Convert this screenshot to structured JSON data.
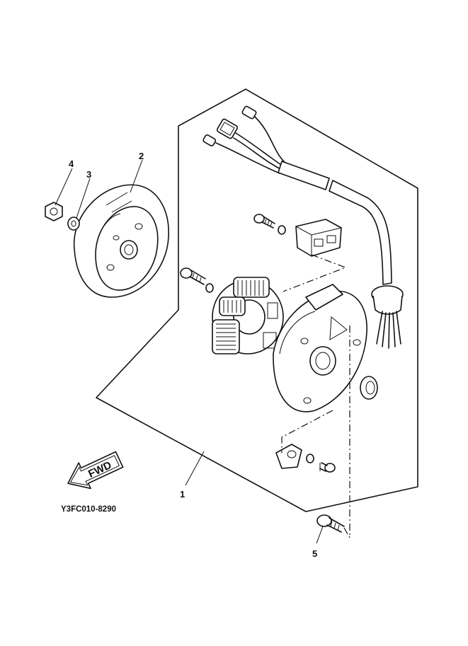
{
  "callouts": {
    "part1": "1",
    "part2": "2",
    "part3": "3",
    "part4": "4",
    "part5": "5"
  },
  "fwd_label": "FWD",
  "reference_code": "Y3FC010-8290"
}
